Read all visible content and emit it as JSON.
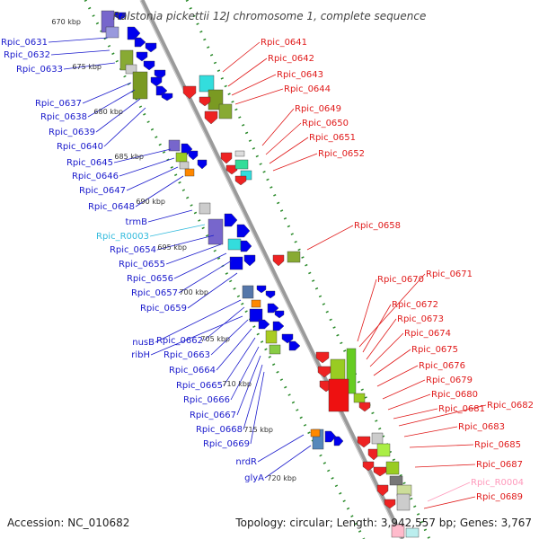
{
  "title": "Ralstonia pickettii 12J chromosome 1, complete sequence",
  "footer": {
    "accession": "Accession: NC_010682",
    "topology": "Topology: circular; Length: 3,942,557 bp; Genes: 3,767"
  },
  "colors": {
    "left_label": "#1a1acc",
    "right_label": "#e01a1a",
    "rna_left": "#33bbdd",
    "rna_right": "#ff99bb",
    "backbone": "#9a9a9a",
    "dots": "#2a8a2a"
  },
  "kbp_ticks": [
    "670 kbp",
    "675 kbp",
    "680 kbp",
    "685 kbp",
    "690 kbp",
    "695 kbp",
    "700 kbp",
    "705 kbp",
    "710 kbp",
    "715 kbp",
    "720 kbp"
  ],
  "left_labels": [
    {
      "text": "Rpic_0631",
      "type": "gene"
    },
    {
      "text": "Rpic_0632",
      "type": "gene"
    },
    {
      "text": "Rpic_0633",
      "type": "gene"
    },
    {
      "text": "Rpic_0637",
      "type": "gene"
    },
    {
      "text": "Rpic_0638",
      "type": "gene"
    },
    {
      "text": "Rpic_0639",
      "type": "gene"
    },
    {
      "text": "Rpic_0640",
      "type": "gene"
    },
    {
      "text": "Rpic_0645",
      "type": "gene"
    },
    {
      "text": "Rpic_0646",
      "type": "gene"
    },
    {
      "text": "Rpic_0647",
      "type": "gene"
    },
    {
      "text": "Rpic_0648",
      "type": "gene"
    },
    {
      "text": "trmB",
      "type": "gene"
    },
    {
      "text": "Rpic_R0003",
      "type": "rna"
    },
    {
      "text": "Rpic_0654",
      "type": "gene"
    },
    {
      "text": "Rpic_0655",
      "type": "gene"
    },
    {
      "text": "Rpic_0656",
      "type": "gene"
    },
    {
      "text": "Rpic_0657",
      "type": "gene"
    },
    {
      "text": "Rpic_0659",
      "type": "gene"
    },
    {
      "text": "nusB",
      "type": "gene"
    },
    {
      "text": "Rpic_0662",
      "type": "gene"
    },
    {
      "text": "ribH",
      "type": "gene"
    },
    {
      "text": "Rpic_0663",
      "type": "gene"
    },
    {
      "text": "Rpic_0664",
      "type": "gene"
    },
    {
      "text": "Rpic_0665",
      "type": "gene"
    },
    {
      "text": "Rpic_0666",
      "type": "gene"
    },
    {
      "text": "Rpic_0667",
      "type": "gene"
    },
    {
      "text": "Rpic_0668",
      "type": "gene"
    },
    {
      "text": "Rpic_0669",
      "type": "gene"
    },
    {
      "text": "nrdR",
      "type": "gene"
    },
    {
      "text": "glyA",
      "type": "gene"
    }
  ],
  "right_labels": [
    {
      "text": "Rpic_0641",
      "type": "gene"
    },
    {
      "text": "Rpic_0642",
      "type": "gene"
    },
    {
      "text": "Rpic_0643",
      "type": "gene"
    },
    {
      "text": "Rpic_0644",
      "type": "gene"
    },
    {
      "text": "Rpic_0649",
      "type": "gene"
    },
    {
      "text": "Rpic_0650",
      "type": "gene"
    },
    {
      "text": "Rpic_0651",
      "type": "gene"
    },
    {
      "text": "Rpic_0652",
      "type": "gene"
    },
    {
      "text": "Rpic_0658",
      "type": "gene"
    },
    {
      "text": "Rpic_0670",
      "type": "gene"
    },
    {
      "text": "Rpic_0671",
      "type": "gene"
    },
    {
      "text": "Rpic_0672",
      "type": "gene"
    },
    {
      "text": "Rpic_0673",
      "type": "gene"
    },
    {
      "text": "Rpic_0674",
      "type": "gene"
    },
    {
      "text": "Rpic_0675",
      "type": "gene"
    },
    {
      "text": "Rpic_0676",
      "type": "gene"
    },
    {
      "text": "Rpic_0679",
      "type": "gene"
    },
    {
      "text": "Rpic_0680",
      "type": "gene"
    },
    {
      "text": "Rpic_0681",
      "type": "gene"
    },
    {
      "text": "Rpic_0682",
      "type": "gene"
    },
    {
      "text": "Rpic_0683",
      "type": "gene"
    },
    {
      "text": "Rpic_0685",
      "type": "gene"
    },
    {
      "text": "Rpic_0687",
      "type": "gene"
    },
    {
      "text": "Rpic_R0004",
      "type": "rna"
    },
    {
      "text": "Rpic_0689",
      "type": "gene"
    }
  ]
}
